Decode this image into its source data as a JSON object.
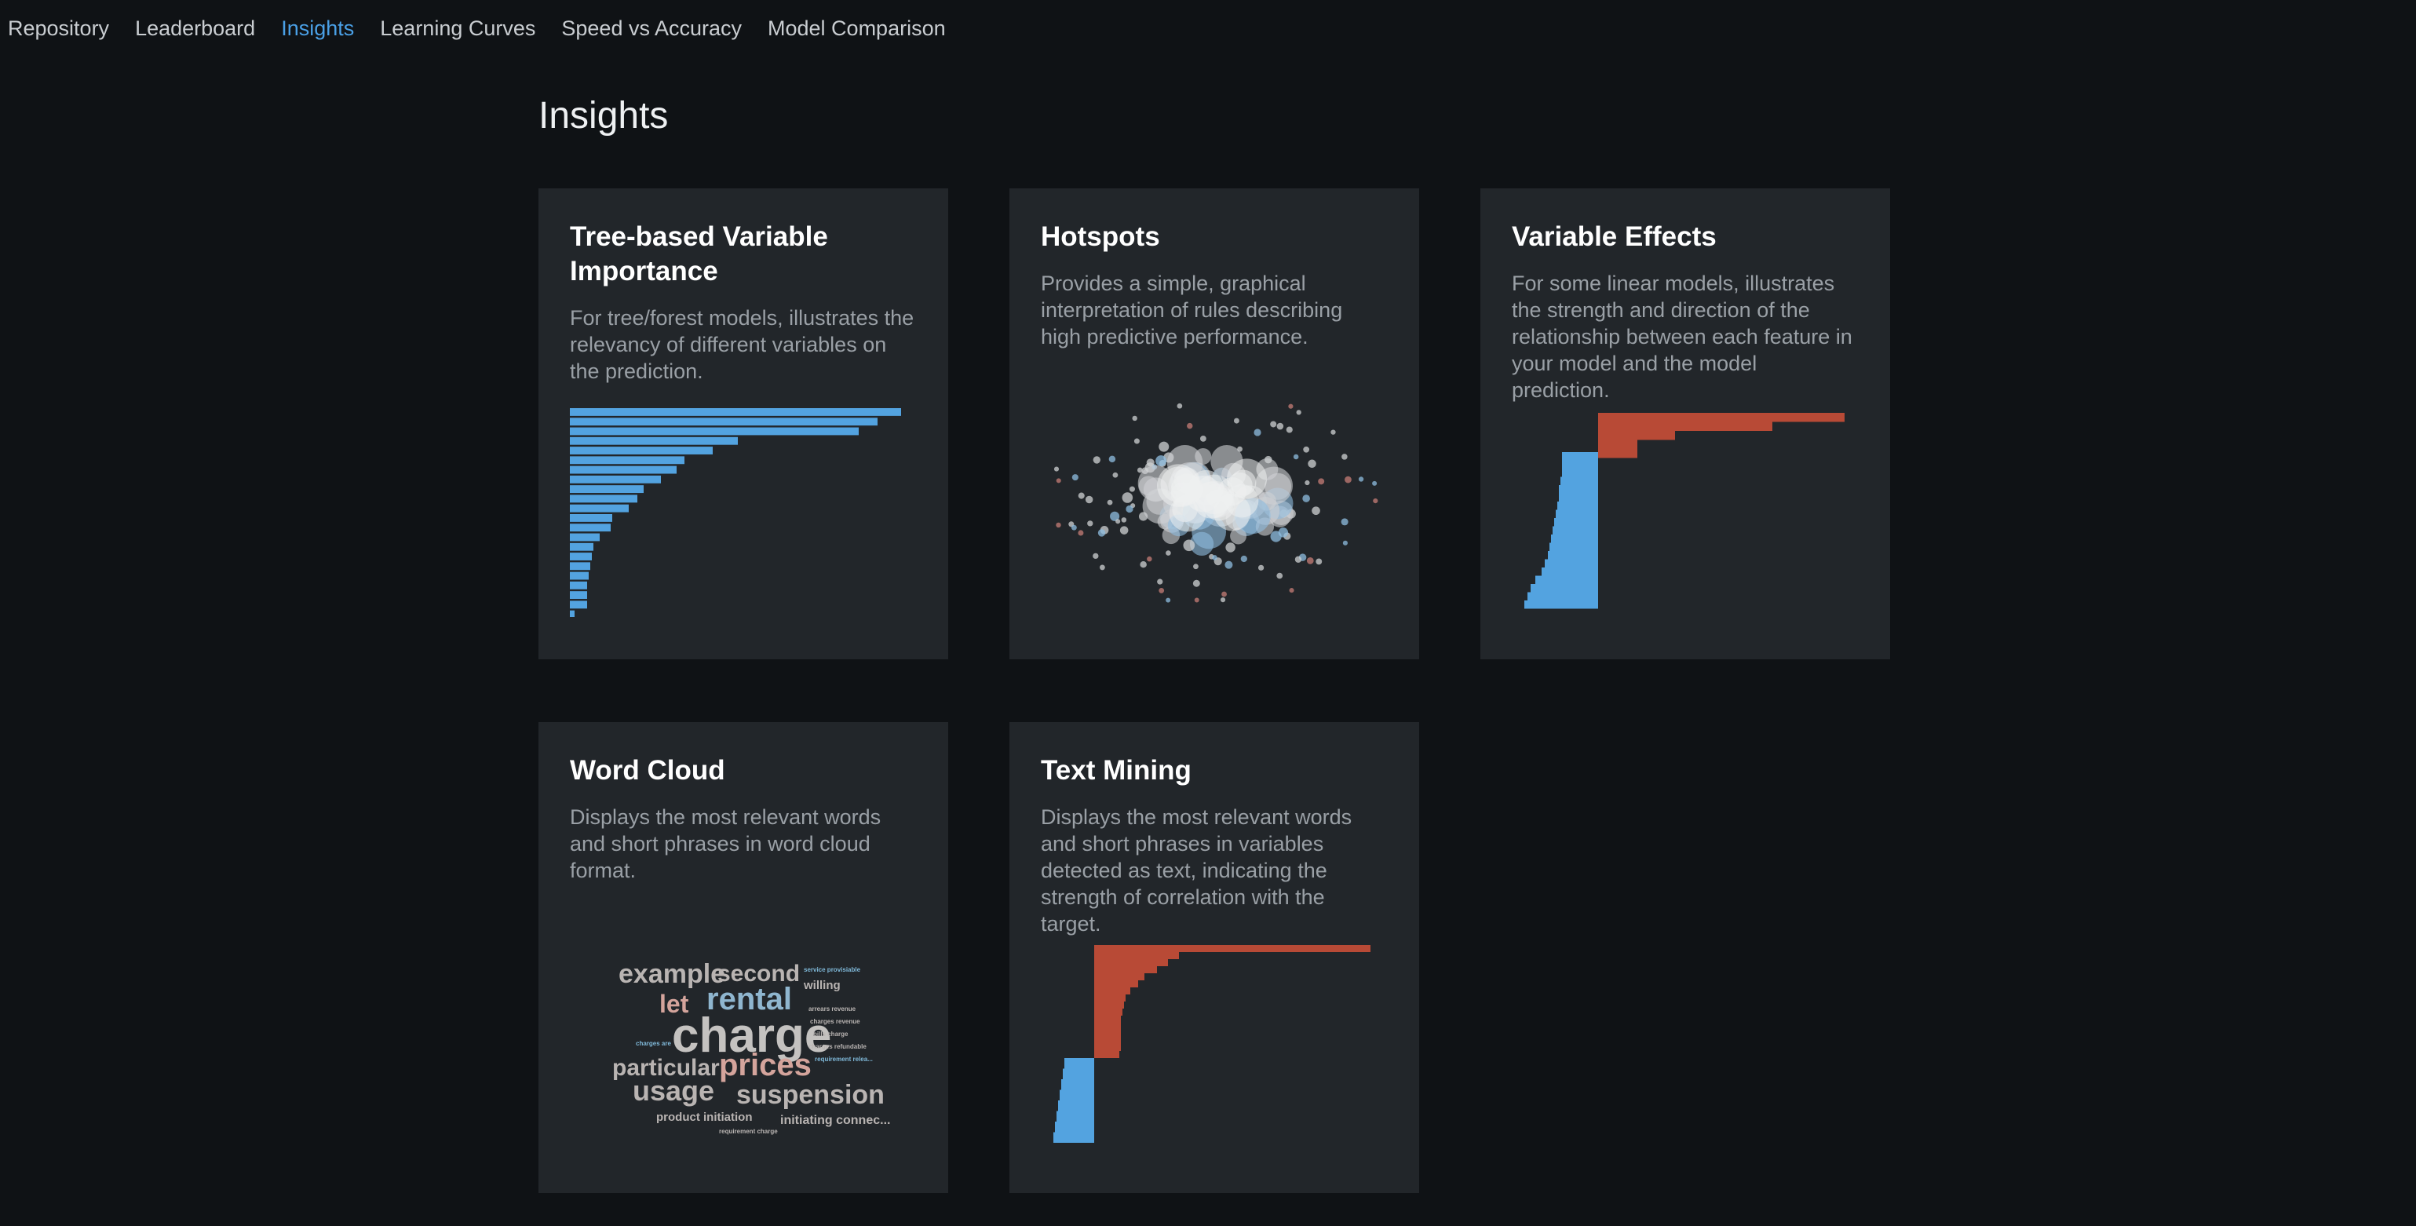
{
  "nav": {
    "items": [
      {
        "label": "Repository",
        "active": false
      },
      {
        "label": "Leaderboard",
        "active": false
      },
      {
        "label": "Insights",
        "active": true
      },
      {
        "label": "Learning Curves",
        "active": false
      },
      {
        "label": "Speed vs Accuracy",
        "active": false
      },
      {
        "label": "Model Comparison",
        "active": false
      }
    ]
  },
  "page": {
    "title": "Insights"
  },
  "colors": {
    "accent": "#4aa0e6",
    "positive": "#b84a36",
    "negative": "#53a3e0",
    "card_bg": "#22262a",
    "page_bg": "#0f1215"
  },
  "cards": [
    {
      "title": "Tree-based Variable Importance",
      "description": "For tree/forest models, illustrates the relevancy of different variables on the prediction."
    },
    {
      "title": "Hotspots",
      "description": "Provides a simple, graphical interpretation of rules describing high predictive performance."
    },
    {
      "title": "Variable Effects",
      "description": "For some linear models, illustrates the strength and direction of the relationship between each feature in your model and the model prediction."
    },
    {
      "title": "Word Cloud",
      "description": "Displays the most relevant words and short phrases in word cloud format."
    },
    {
      "title": "Text Mining",
      "description": "Displays the most relevant words and short phrases in variables detected as text, indicating the strength of correlation with the target."
    }
  ],
  "word_cloud": {
    "words": [
      {
        "text": "example",
        "color": "#b9b4b2"
      },
      {
        "text": "second",
        "color": "#b9b4b2"
      },
      {
        "text": "service provisiable",
        "color": "#7fb8d8"
      },
      {
        "text": "willing",
        "color": "#b9b4b2"
      },
      {
        "text": "let",
        "color": "#d4a49c"
      },
      {
        "text": "rental",
        "color": "#8fb6cf"
      },
      {
        "text": "arrears revenue",
        "color": "#b9b4b2"
      },
      {
        "text": "charge",
        "color": "#c4c2c0"
      },
      {
        "text": "charges revenue",
        "color": "#b9b4b2"
      },
      {
        "text": "bills charge",
        "color": "#b9b4b2"
      },
      {
        "text": "charges are",
        "color": "#7fb8d8"
      },
      {
        "text": "charges refundable",
        "color": "#b9b4b2"
      },
      {
        "text": "particular",
        "color": "#b9b4b2"
      },
      {
        "text": "prices",
        "color": "#d4a49c"
      },
      {
        "text": "requirement relea...",
        "color": "#7fb8d8"
      },
      {
        "text": "usage",
        "color": "#b9b4b2"
      },
      {
        "text": "suspension",
        "color": "#b9b4b2"
      },
      {
        "text": "product initiation",
        "color": "#b9b4b2"
      },
      {
        "text": "initiating connec...",
        "color": "#b9b4b2"
      },
      {
        "text": "requirement charge",
        "color": "#b9b4b2"
      }
    ]
  }
}
